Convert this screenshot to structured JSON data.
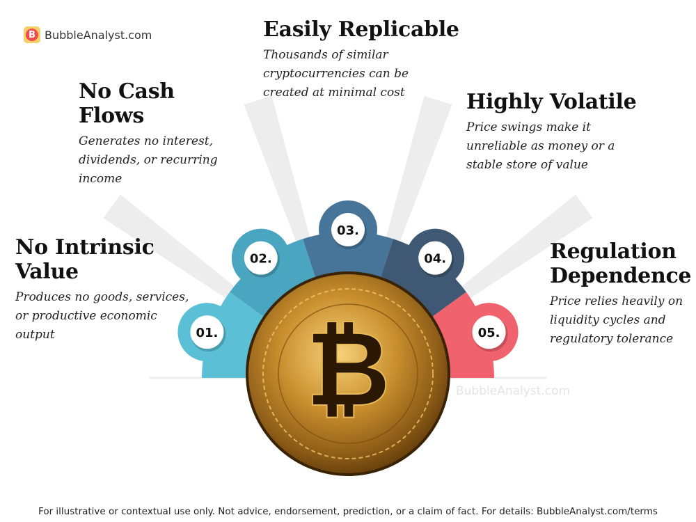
{
  "brand": {
    "name": "BubbleAnalyst.com",
    "logo_letter": "B"
  },
  "watermark": "BubbleAnalyst.com",
  "center_icon": "bitcoin-coin",
  "items": [
    {
      "number": "01.",
      "title": "No Intrinsic Value",
      "description": "Produces no goods, services, or productive economic output",
      "color": "#5bbfd6"
    },
    {
      "number": "02.",
      "title": "No Cash Flows",
      "description": "Generates no interest, dividends, or recurring income",
      "color": "#4aa5c0"
    },
    {
      "number": "03.",
      "title": "Easily Replicable",
      "description": "Thousands of similar cryptocurrencies can be created at minimal cost",
      "color": "#477599"
    },
    {
      "number": "04.",
      "title": "Highly Volatile",
      "description": "Price swings make it unreliable as money or a stable store of value",
      "color": "#3f5873"
    },
    {
      "number": "05.",
      "title": "Regulation Dependence",
      "description": "Price relies heavily on liquidity cycles and regulatory tolerance",
      "color": "#f0626e"
    }
  ],
  "footer": "For illustrative or contextual use only. Not advice, endorsement, prediction, or a claim of fact. For details: BubbleAnalyst.com/terms"
}
